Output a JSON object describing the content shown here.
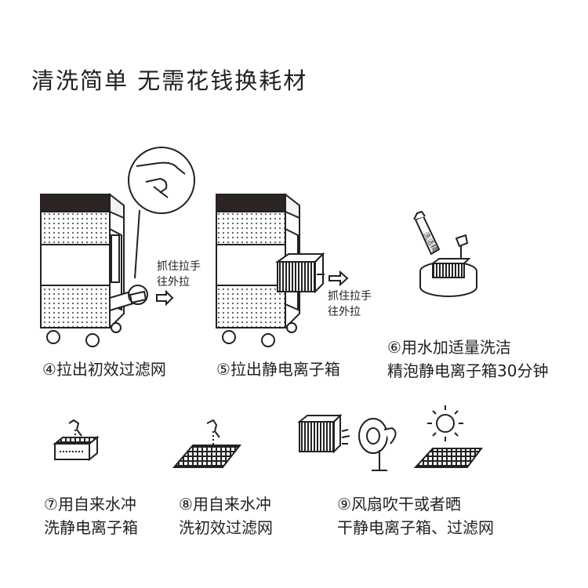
{
  "title": "清洗简单 无需花钱换耗材",
  "notes": {
    "pull_handle_1": "抓住拉手\n往外拉",
    "pull_handle_2": "抓住拉手\n往外拉",
    "bottle_label": "洗洁精"
  },
  "steps": [
    {
      "num": "④",
      "lines": [
        "拉出初效过滤网"
      ]
    },
    {
      "num": "⑤",
      "lines": [
        "拉出静电离子箱"
      ]
    },
    {
      "num": "⑥",
      "lines": [
        "用水加适量洗洁",
        "精泡静电离子箱30分钟"
      ]
    },
    {
      "num": "⑦",
      "lines": [
        "用自来水冲",
        "洗静电离子箱"
      ]
    },
    {
      "num": "⑧",
      "lines": [
        "用自来水冲",
        "洗初效过滤网"
      ]
    },
    {
      "num": "⑨",
      "lines": [
        "风扇吹干或者晒",
        "干静电离子箱、过滤网"
      ]
    }
  ],
  "icons": [
    "purifier-with-filter-icon",
    "magnified-hand-icon",
    "purifier-with-ion-box-icon",
    "soaking-basin-icon",
    "rinse-ion-box-icon",
    "rinse-filter-icon",
    "fan-dry-icon",
    "sun-dry-icon"
  ]
}
